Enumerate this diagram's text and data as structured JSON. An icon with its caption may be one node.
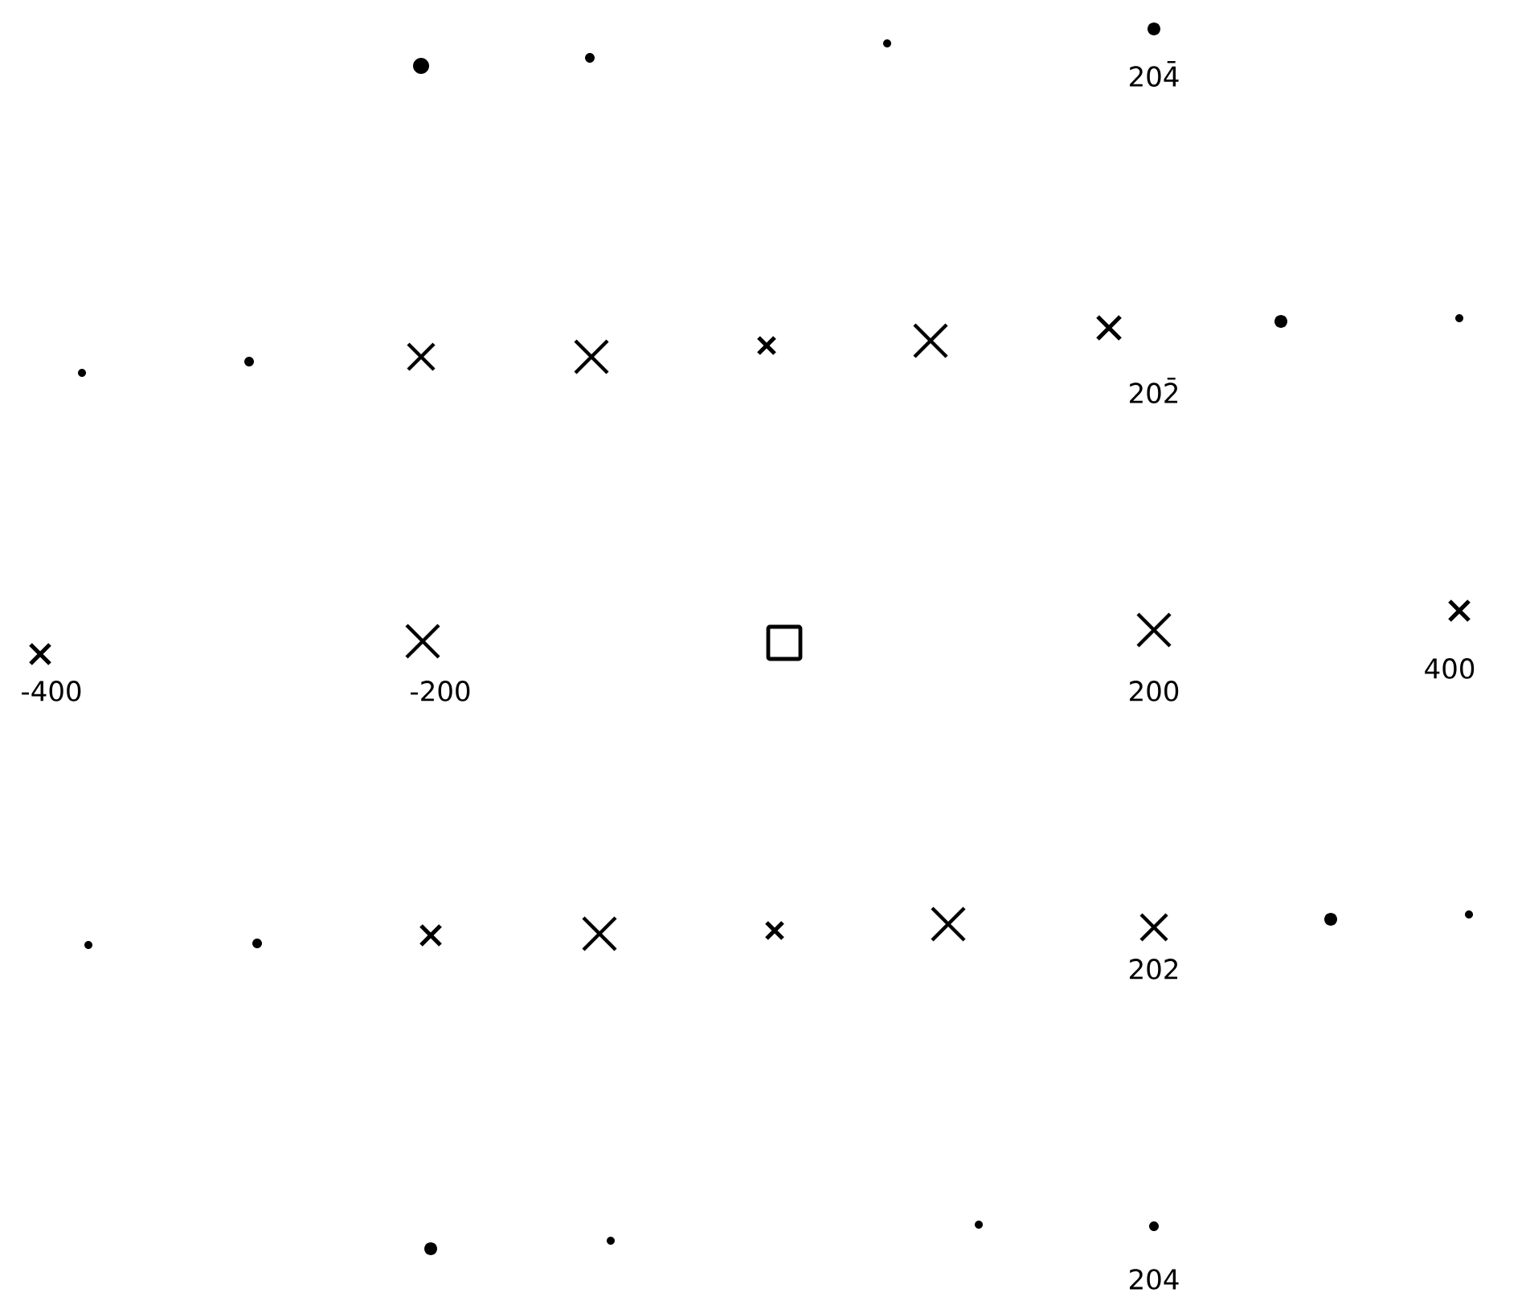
{
  "diagram": {
    "labels": [
      "204̄",
      "202̄",
      "-400",
      "-200",
      "200",
      "400",
      "202",
      "204"
    ]
  }
}
